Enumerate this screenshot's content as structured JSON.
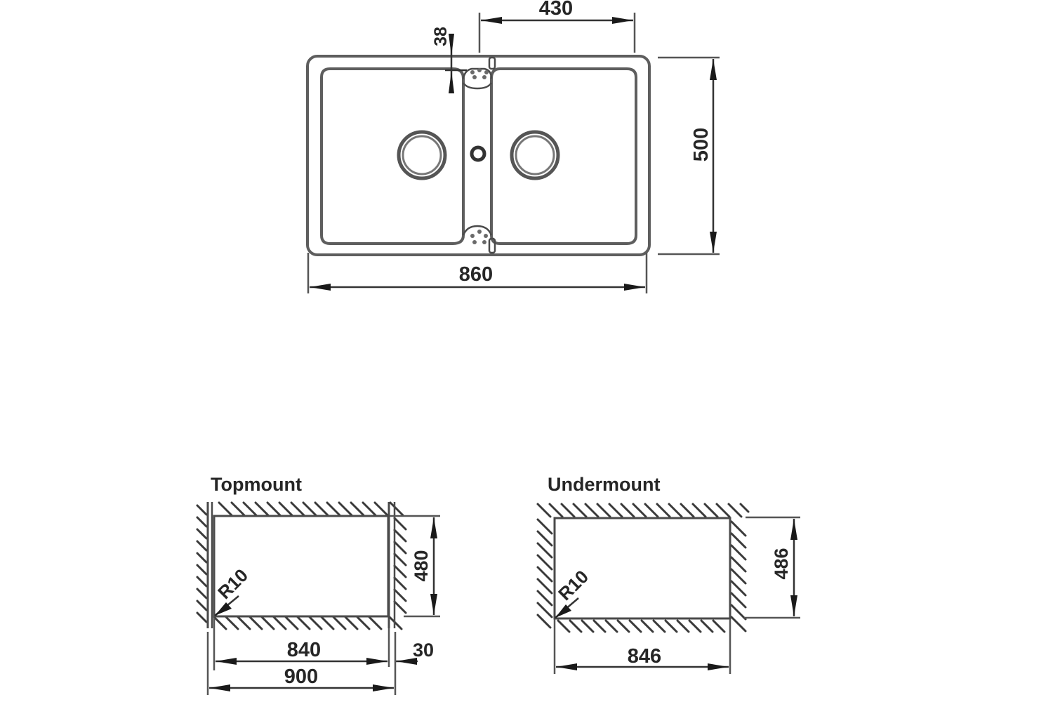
{
  "sink_plan": {
    "dimensions": {
      "overall_width": "860",
      "bowl_width": "430",
      "overall_depth": "500",
      "rim_offset": "38"
    }
  },
  "cutouts": [
    {
      "title": "Topmount",
      "radius": "R10",
      "depth": "480",
      "inner_width": "840",
      "outer_width": "900",
      "overhang": "30"
    },
    {
      "title": "Undermount",
      "radius": "R10",
      "depth": "486",
      "inner_width": "846"
    }
  ],
  "colors": {
    "line": "#5e5e5e",
    "text": "#262626",
    "background": "#ffffff"
  }
}
